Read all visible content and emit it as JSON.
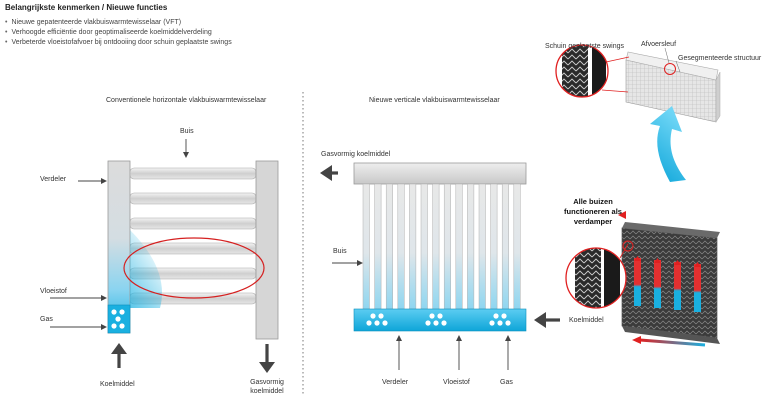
{
  "header": {
    "title": "Belangrijkste kenmerken / Nieuwe functies",
    "features": [
      "Nieuwe gepatenteerde vlakbuiswarmtewisselaar (VFT)",
      "Verhoogde efficiëntie door geoptimaliseerde koelmiddelverdeling",
      "Verbeterde vloeistofafvoer bij ontdooiing door schuin geplaatste swings"
    ]
  },
  "conventional": {
    "title": "Conventionele horizontale vlakbuiswarmtewisselaar",
    "tube": "Buis",
    "distributor": "Verdeler",
    "liquid": "Vloeistof",
    "gas": "Gas",
    "inlet": "Koelmiddel",
    "outlet_line1": "Gasvormig",
    "outlet_line2": "koelmiddel"
  },
  "vertical": {
    "title": "Nieuwe verticale vlakbuiswarmtewisselaar",
    "gas_refrigerant": "Gasvormig koelmiddel",
    "tube": "Buis",
    "refrigerant": "Koelmiddel",
    "distributor": "Verdeler",
    "liquid": "Vloeistof",
    "gas": "Gas"
  },
  "detail": {
    "slanted_swings": "Schuin geplaatste swings",
    "drain_groove": "Afvoersleuf",
    "segmented_structure": "Gesegmenteerde structuur",
    "evaporator_line1": "Alle buizen",
    "evaporator_line2": "functioneren als",
    "evaporator_line3": "verdamper"
  },
  "colors": {
    "cyan": "#1ab0e0",
    "red": "#e02020",
    "tube_gray": "#d8d8d8",
    "outline_gray": "#9a9a9a",
    "arrow_dark": "#444444"
  }
}
